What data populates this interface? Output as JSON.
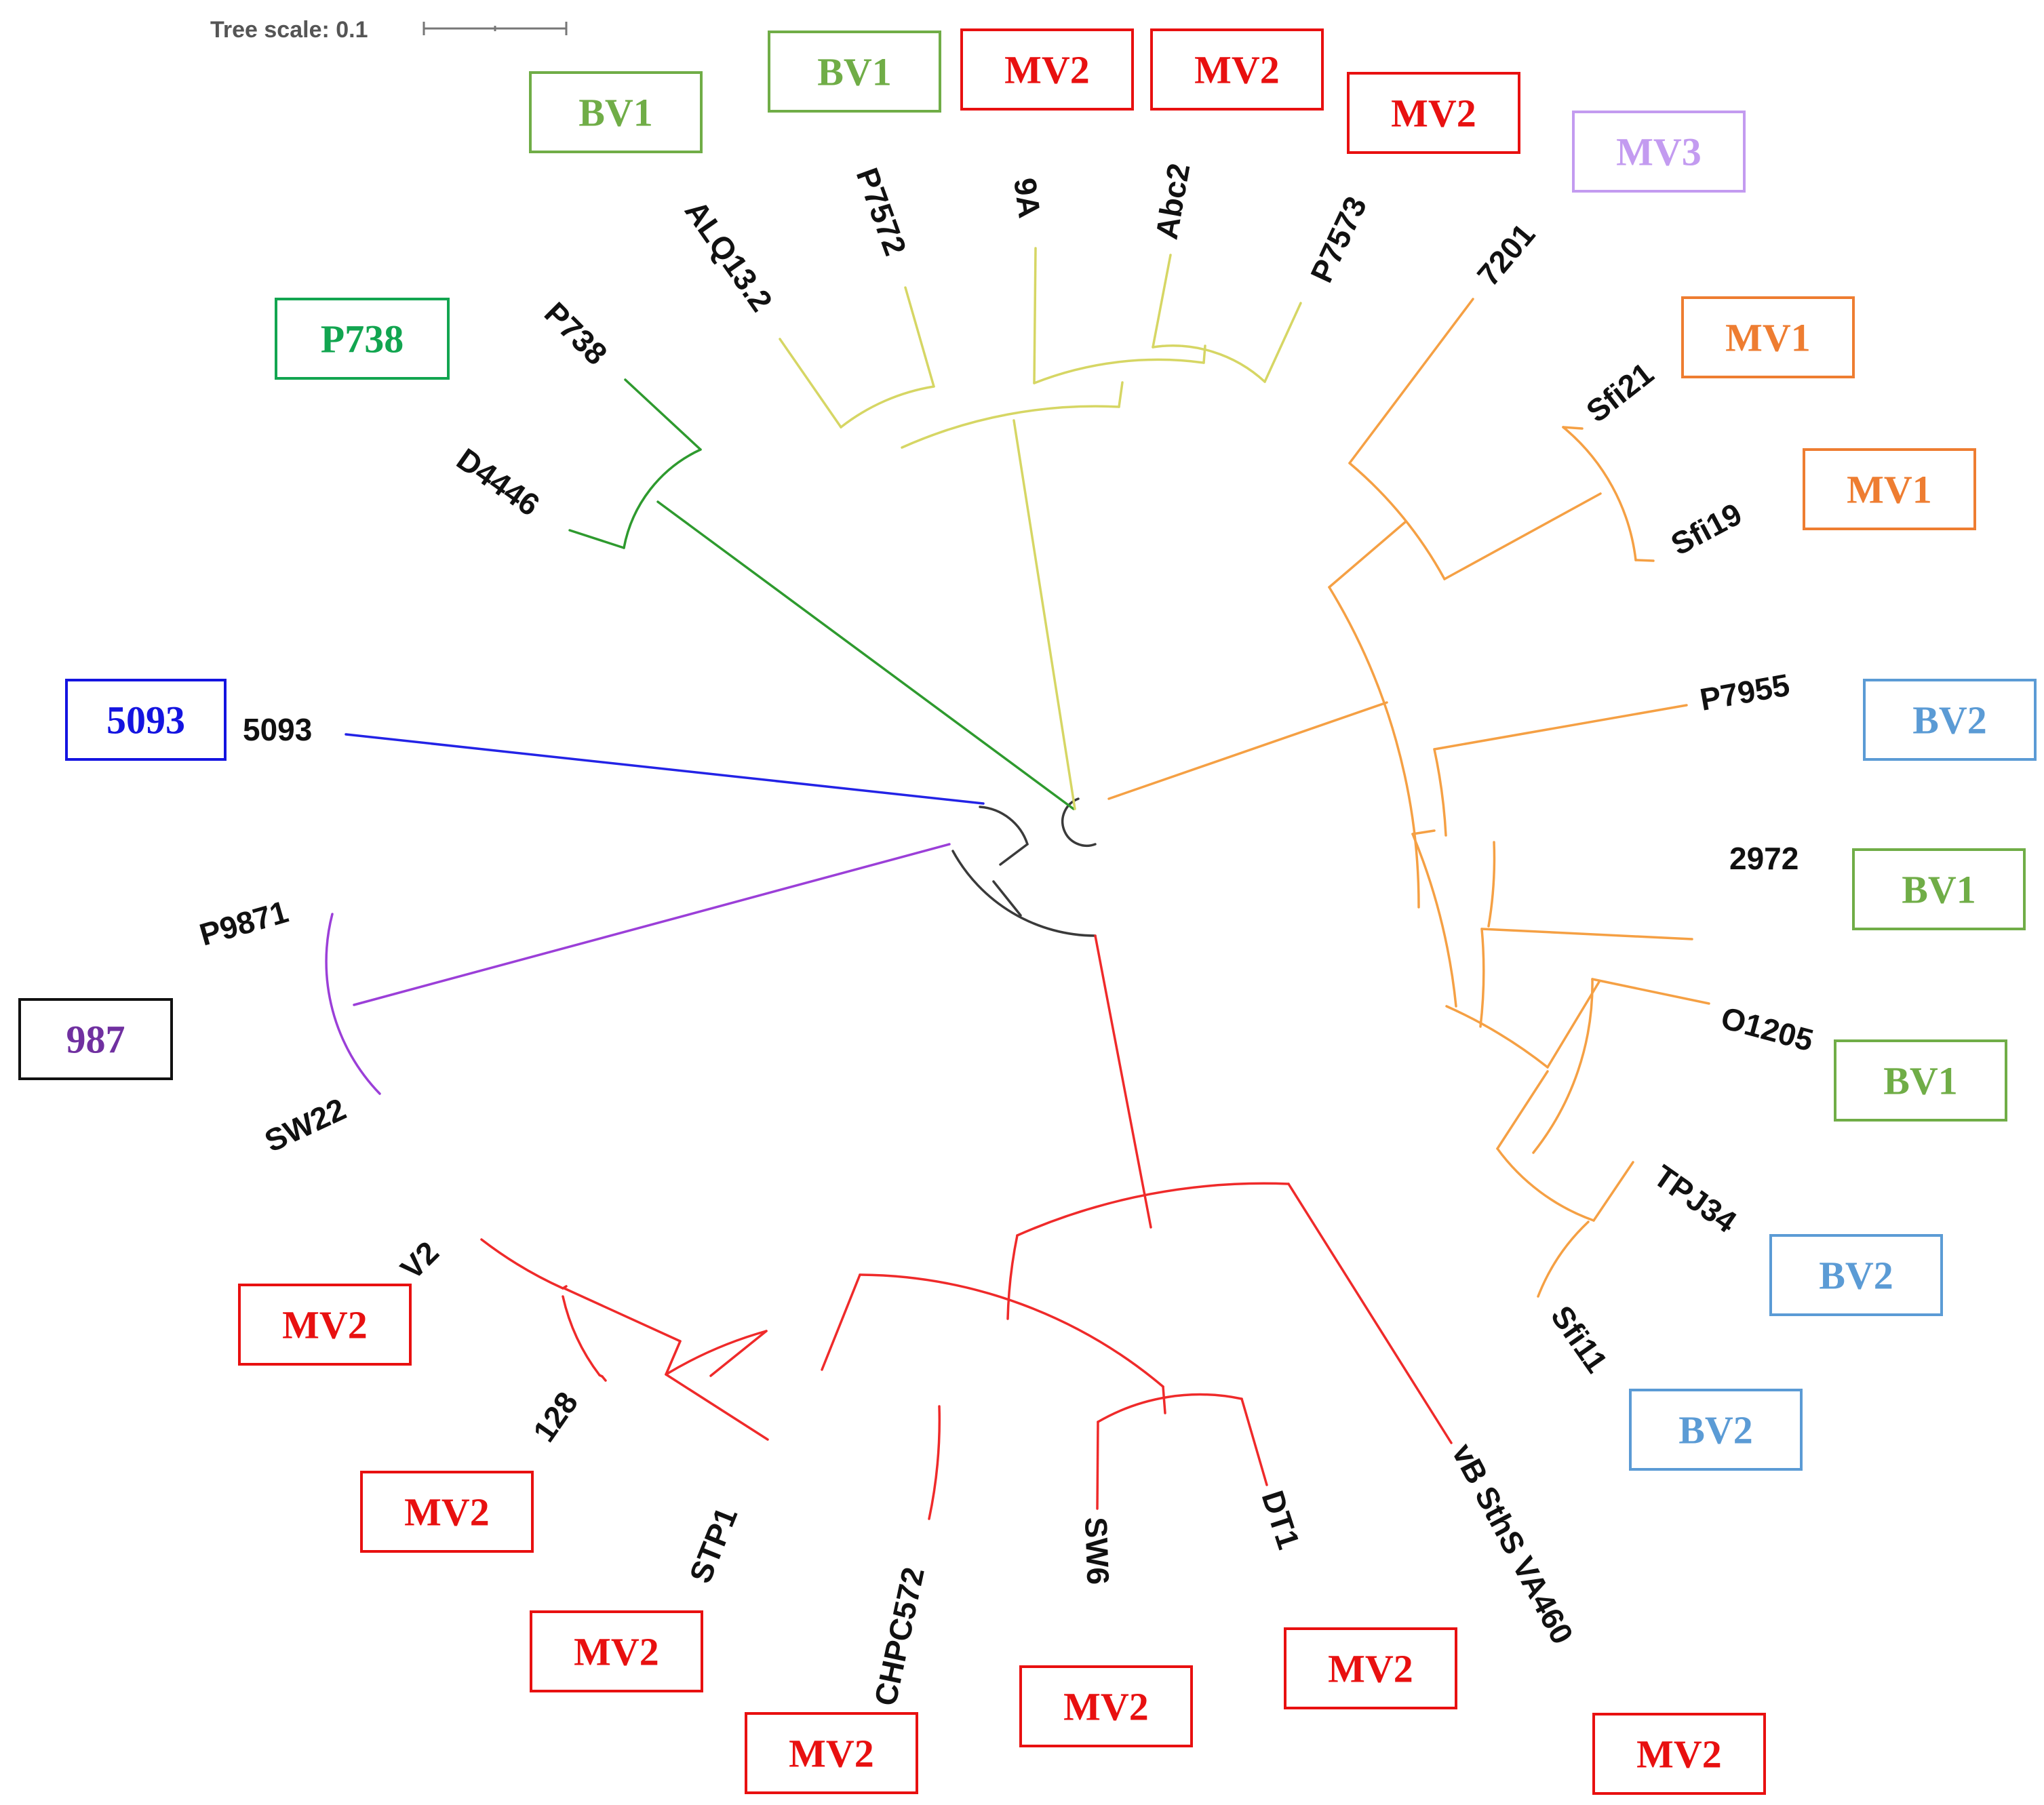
{
  "scale_label": "Tree scale: 0.1",
  "colors": {
    "root": "#3a3a3a",
    "blue": "#2323e6",
    "purple": "#9b3fd8",
    "green": "#2e9a2e",
    "yellow": "#d6d664",
    "orange": "#f5a044",
    "red": "#ef2a2a"
  },
  "tips": [
    "5093",
    "P9871",
    "SW22",
    "D4446",
    "P738",
    "ALQ13.2",
    "P7572",
    "9A",
    "Abc2",
    "P7573",
    "7201",
    "Sfi21",
    "Sfi19",
    "P7955",
    "2972",
    "O1205",
    "TPJ34",
    "Sfi11",
    "V2",
    "128",
    "STP1",
    "CHPC572",
    "SW6",
    "DT1",
    "vB SthS VA460"
  ],
  "groups": [
    {
      "label": "5093",
      "color": "#1414e0"
    },
    {
      "label": "987",
      "color": "#7030a0",
      "border": "#111111"
    },
    {
      "label": "P738",
      "color": "#12a550"
    },
    {
      "label": "BV1",
      "color": "#70ad47"
    },
    {
      "label": "BV1",
      "color": "#70ad47"
    },
    {
      "label": "MV2",
      "color": "#e81010"
    },
    {
      "label": "MV2",
      "color": "#e81010"
    },
    {
      "label": "MV2",
      "color": "#e81010"
    },
    {
      "label": "MV3",
      "color": "#c39bf0"
    },
    {
      "label": "MV1",
      "color": "#ee7d31"
    },
    {
      "label": "MV1",
      "color": "#ee7d31"
    },
    {
      "label": "BV2",
      "color": "#5b9bd5"
    },
    {
      "label": "BV1",
      "color": "#70ad47"
    },
    {
      "label": "BV1",
      "color": "#70ad47"
    },
    {
      "label": "BV2",
      "color": "#5b9bd5"
    },
    {
      "label": "BV2",
      "color": "#5b9bd5"
    },
    {
      "label": "MV2",
      "color": "#e81010"
    },
    {
      "label": "MV2",
      "color": "#e81010"
    },
    {
      "label": "MV2",
      "color": "#e81010"
    },
    {
      "label": "MV2",
      "color": "#e81010"
    },
    {
      "label": "MV2",
      "color": "#e81010"
    },
    {
      "label": "MV2",
      "color": "#e81010"
    },
    {
      "label": "MV2",
      "color": "#e81010"
    }
  ]
}
